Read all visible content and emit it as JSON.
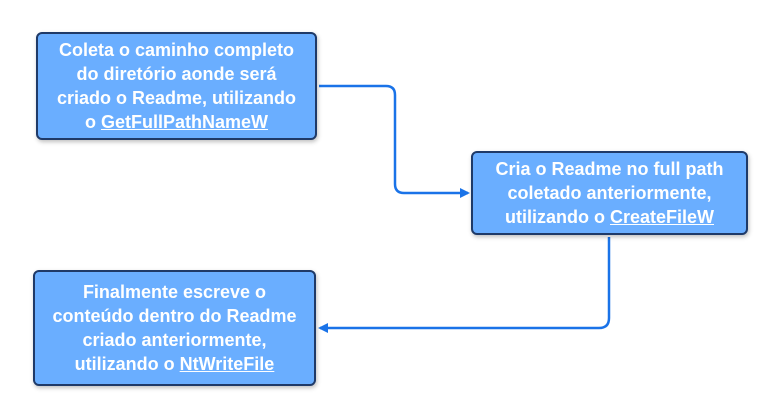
{
  "colors": {
    "node_fill": "#6aaeff",
    "node_border": "#1f3a68",
    "connector": "#1a73e8",
    "text": "#ffffff"
  },
  "nodes": [
    {
      "lines": [
        "Coleta o caminho completo",
        "do diretório aonde será",
        "criado o Readme, utilizando"
      ],
      "prefix": "o ",
      "link": "GetFullPathNameW"
    },
    {
      "lines": [
        "Cria o Readme no full path",
        "coletado anteriormente,"
      ],
      "prefix": "utilizando o ",
      "link": "CreateFileW"
    },
    {
      "lines": [
        "Finalmente escreve o",
        "conteúdo dentro do Readme",
        "criado anteriormente,"
      ],
      "prefix": "utilizando o ",
      "link": "NtWriteFile"
    }
  ]
}
